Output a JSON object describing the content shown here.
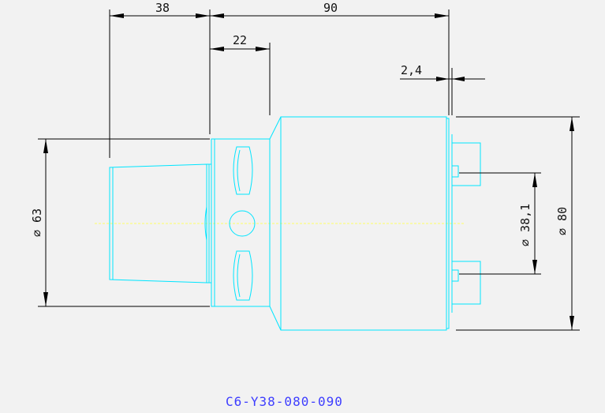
{
  "drawing": {
    "part_code": "C6-Y38-080-090",
    "dimensions": {
      "len_38": "38",
      "len_90": "90",
      "len_22": "22",
      "len_2_4": "2,4",
      "dia_63": "⌀ 63",
      "dia_38_1": "⌀ 38,1",
      "dia_80": "⌀ 80"
    },
    "colors": {
      "part_outline": "#00e5ff",
      "dimension": "#000000",
      "centerline": "#ffff66",
      "title": "#3d3dff"
    }
  }
}
